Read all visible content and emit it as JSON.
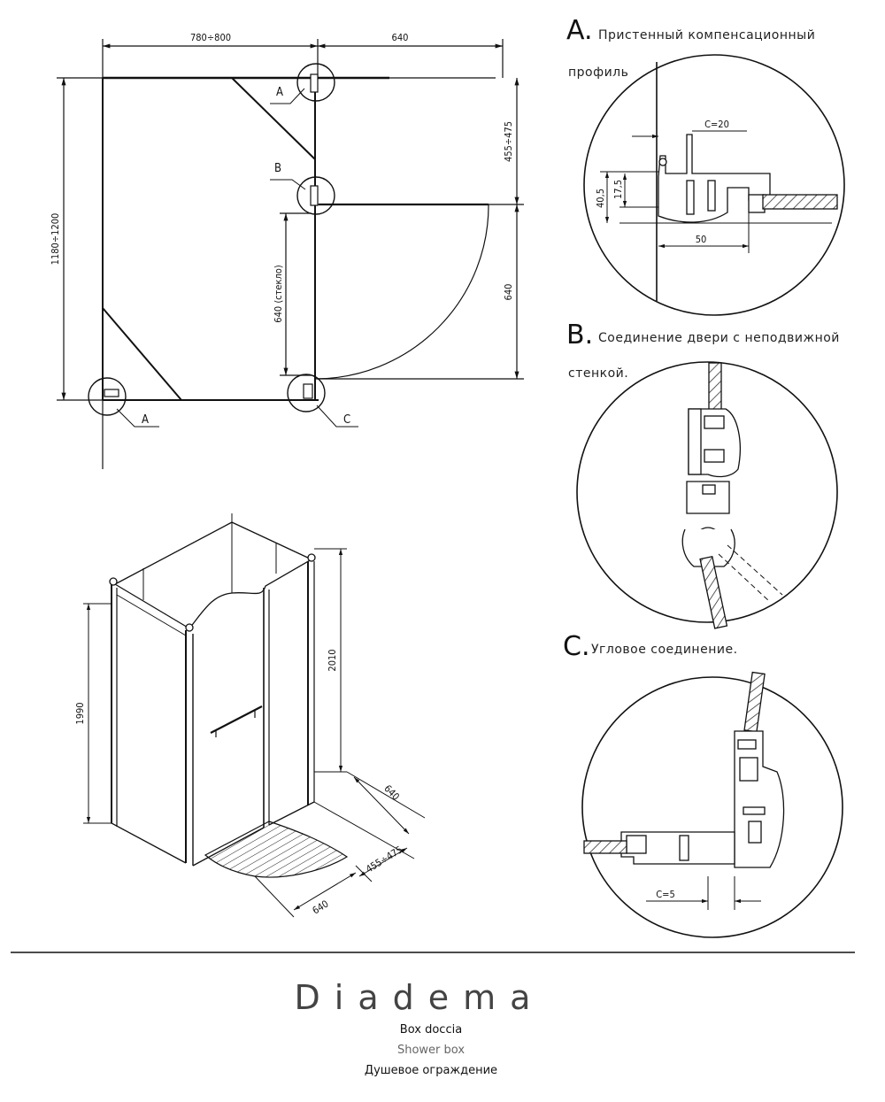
{
  "plan": {
    "dim_top_left": "780÷800",
    "dim_top_right": "640",
    "dim_left": "1180÷1200",
    "dim_right_top": "455÷475",
    "dim_right_bottom": "640",
    "dim_inner": "640 (стекло)",
    "label_a_top": "A",
    "label_b": "B",
    "label_a_bottom": "A",
    "label_c": "C"
  },
  "iso": {
    "dim_height_left": "1990",
    "dim_height_right": "2010",
    "dim_depth": "640",
    "dim_front": "640",
    "dim_side": "455÷475"
  },
  "details": {
    "a": {
      "letter": "A.",
      "text_line1": "Пристенный компенсационный",
      "text_line2": "профиль",
      "dim_c": "C=20",
      "dim_40": "40,5",
      "dim_17": "17,5",
      "dim_50": "50"
    },
    "b": {
      "letter": "B.",
      "text_line1": "Соединение двери с неподвижной",
      "text_line2": "стенкой."
    },
    "c": {
      "letter": "C.",
      "text_line1": "Угловое соединение.",
      "dim_c": "C=5"
    }
  },
  "footer": {
    "title": "Diadema",
    "line1": "Box doccia",
    "line2": "Shower box",
    "line3": "Душевое ограждение"
  }
}
